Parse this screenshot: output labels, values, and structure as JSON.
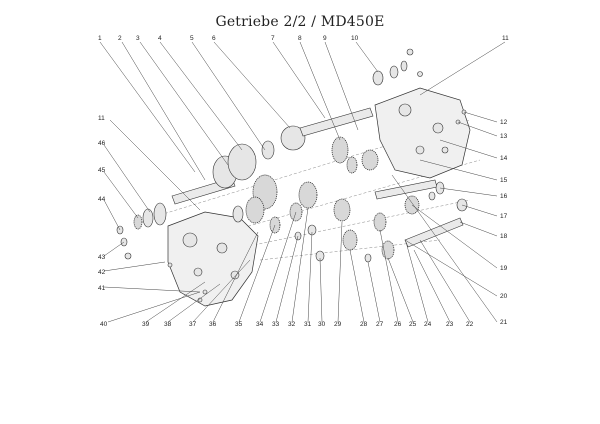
{
  "title": "Getriebe 2/2 / MD450E",
  "labels": {
    "top": [
      "1",
      "2",
      "3",
      "4",
      "5",
      "6",
      "7",
      "8",
      "9",
      "10",
      "11"
    ],
    "left": [
      "11",
      "46",
      "45",
      "44",
      "43",
      "42",
      "41"
    ],
    "right": [
      "12",
      "13",
      "14",
      "15",
      "16",
      "17",
      "18",
      "19",
      "20",
      "21"
    ],
    "bottom": [
      "40",
      "39",
      "38",
      "37",
      "36",
      "35",
      "34",
      "33",
      "32",
      "31",
      "30",
      "29",
      "28",
      "27",
      "26",
      "25",
      "24",
      "23",
      "22"
    ]
  }
}
